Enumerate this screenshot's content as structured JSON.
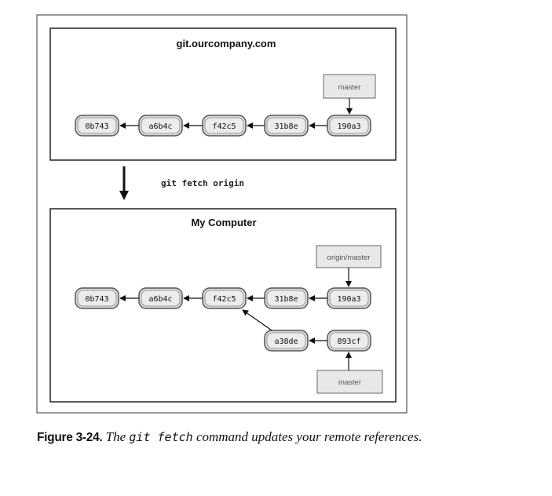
{
  "top_box": {
    "title": "git.ourcompany.com",
    "commits": [
      "0b743",
      "a6b4c",
      "f42c5",
      "31b8e",
      "190a3"
    ],
    "ref_master": "master"
  },
  "command": "git fetch origin",
  "bottom_box": {
    "title": "My Computer",
    "commits_main": [
      "0b743",
      "a6b4c",
      "f42c5",
      "31b8e",
      "190a3"
    ],
    "commits_branch": [
      "a38de",
      "893cf"
    ],
    "ref_origin_master": "origin/master",
    "ref_master": "master"
  },
  "caption": {
    "figure": "Figure 3-24.",
    "text_before": "The",
    "code": "git fetch",
    "text_after": "command updates your remote references."
  }
}
